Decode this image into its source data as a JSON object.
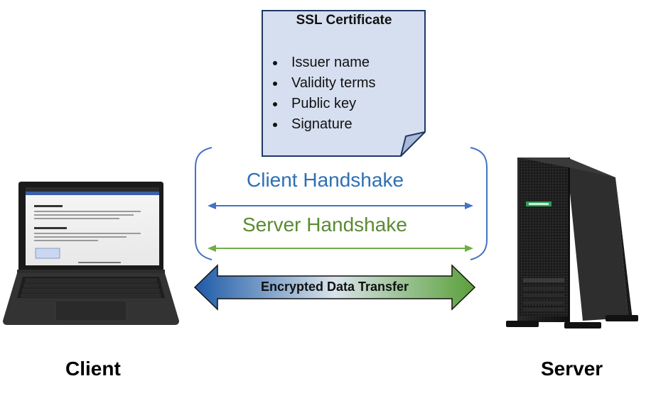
{
  "certificate": {
    "title": "SSL Certificate",
    "items": [
      "Issuer name",
      "Validity terms",
      "Public key",
      "Signature"
    ]
  },
  "handshakes": {
    "client": "Client Handshake",
    "server": "Server Handshake"
  },
  "transfer": {
    "label": "Encrypted Data Transfer"
  },
  "nodes": {
    "client": "Client",
    "server": "Server"
  },
  "colors": {
    "client_blue": "#2f6fb3",
    "server_green": "#5b8a32",
    "cert_fill": "#d6dff0",
    "cert_border": "#1f3864"
  },
  "icons": {
    "client": "laptop-icon",
    "server": "tower-server-icon"
  }
}
